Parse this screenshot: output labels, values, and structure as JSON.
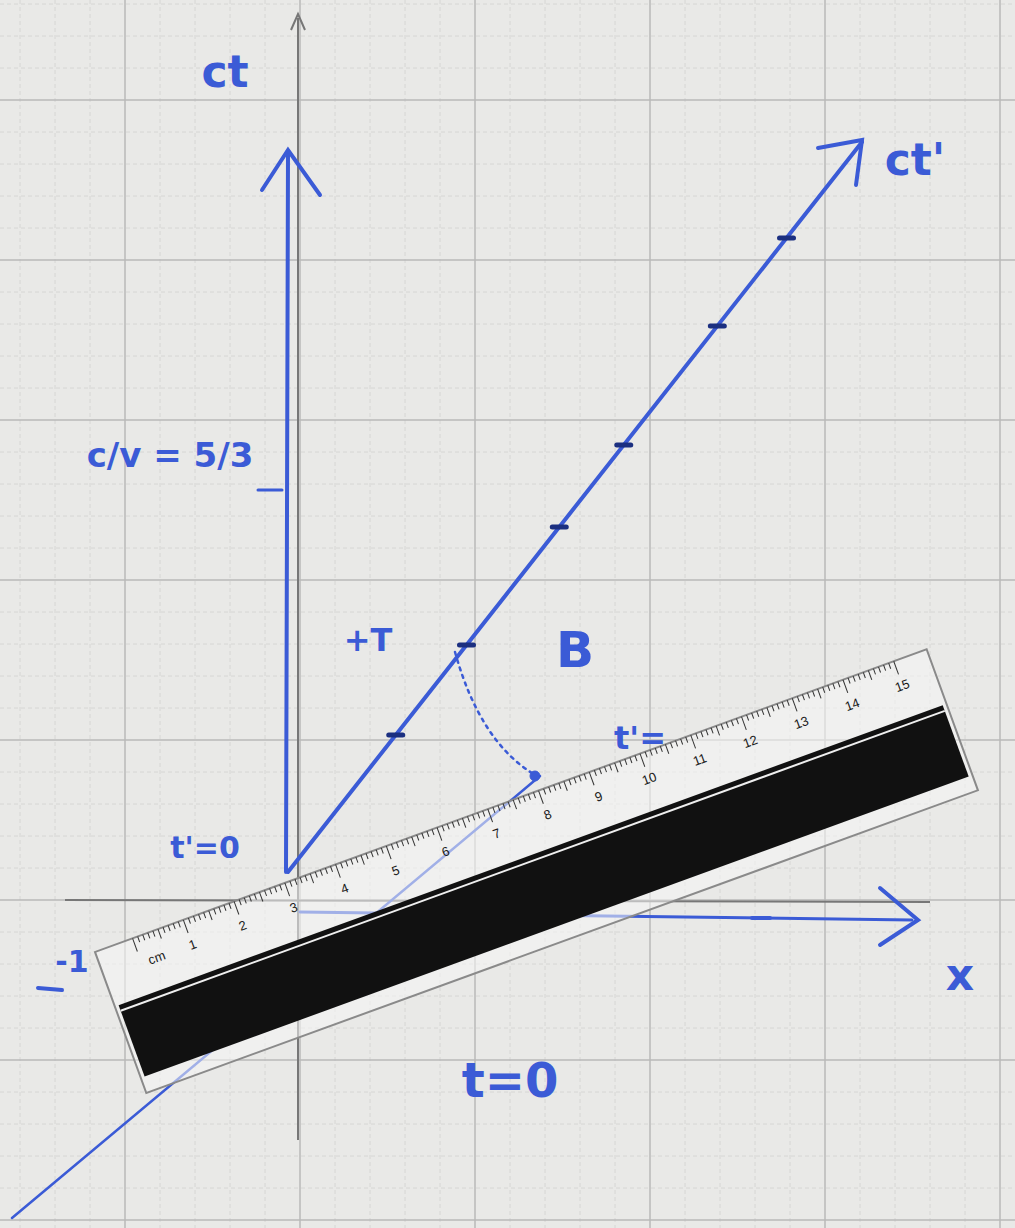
{
  "diagram": {
    "labels": [
      "ct",
      "ct'",
      "c/v = 5/3",
      "+T",
      "B",
      "t'=0",
      "t'=",
      "x",
      "t=0",
      "-1",
      "cm",
      "1",
      "2",
      "3",
      "4",
      "5",
      "6",
      "7",
      "8",
      "9",
      "10",
      "11",
      "12",
      "13",
      "14",
      "15"
    ]
  }
}
